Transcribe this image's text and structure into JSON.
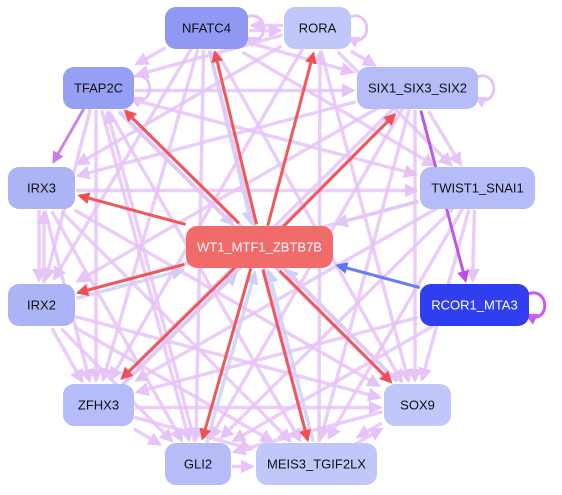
{
  "colors": {
    "edge_lavender": "#e6c4f7",
    "edge_blue_lavender": "#c9d2f5",
    "edge_red": "#f0504f",
    "edge_purple": "#b84ee6",
    "edge_blue": "#5b77f0",
    "center_node_fill": "#f26b6b",
    "dark_node_fill": "#2f3ff0",
    "light_node_fill": "#b8bff7",
    "label_dark": "#111111",
    "label_light": "#ffffff"
  },
  "nodes": [
    {
      "id": "NFATC4",
      "label": "NFATC4",
      "fill": "#8f98f3",
      "text": "#111111"
    },
    {
      "id": "RORA",
      "label": "RORA",
      "fill": "#c2c7fa",
      "text": "#111111"
    },
    {
      "id": "TFAP2C",
      "label": "TFAP2C",
      "fill": "#959ff4",
      "text": "#111111"
    },
    {
      "id": "SIX1",
      "label": "SIX1_SIX3_SIX2",
      "fill": "#b5bcf8",
      "text": "#111111"
    },
    {
      "id": "IRX3",
      "label": "IRX3",
      "fill": "#adb4f6",
      "text": "#111111"
    },
    {
      "id": "TWIST1",
      "label": "TWIST1_SNAI1",
      "fill": "#b5bcf8",
      "text": "#111111"
    },
    {
      "id": "WT1",
      "label": "WT1_MTF1_ZBTB7B",
      "fill": "#f26b6b",
      "text": "#ffffff"
    },
    {
      "id": "IRX2",
      "label": "IRX2",
      "fill": "#adb4f6",
      "text": "#111111"
    },
    {
      "id": "RCOR1",
      "label": "RCOR1_MTA3",
      "fill": "#2f3ff0",
      "text": "#ffffff"
    },
    {
      "id": "ZFHX3",
      "label": "ZFHX3",
      "fill": "#b5bcf8",
      "text": "#111111"
    },
    {
      "id": "SOX9",
      "label": "SOX9",
      "fill": "#c2c7fa",
      "text": "#111111"
    },
    {
      "id": "GLI2",
      "label": "GLI2",
      "fill": "#b5bcf8",
      "text": "#111111"
    },
    {
      "id": "MEIS3",
      "label": "MEIS3_TGIF2LX",
      "fill": "#c2c7fa",
      "text": "#111111"
    }
  ],
  "edges": [
    {
      "from": "WT1",
      "to": "NFATC4",
      "color": "#f0504f"
    },
    {
      "from": "WT1",
      "to": "RORA",
      "color": "#f0504f"
    },
    {
      "from": "WT1",
      "to": "TFAP2C",
      "color": "#f0504f"
    },
    {
      "from": "WT1",
      "to": "SIX1",
      "color": "#f0504f"
    },
    {
      "from": "WT1",
      "to": "IRX3",
      "color": "#f0504f"
    },
    {
      "from": "WT1",
      "to": "IRX2",
      "color": "#f0504f"
    },
    {
      "from": "WT1",
      "to": "ZFHX3",
      "color": "#f0504f"
    },
    {
      "from": "WT1",
      "to": "SOX9",
      "color": "#f0504f"
    },
    {
      "from": "WT1",
      "to": "GLI2",
      "color": "#f0504f"
    },
    {
      "from": "WT1",
      "to": "MEIS3",
      "color": "#f0504f"
    },
    {
      "from": "RCOR1",
      "to": "WT1",
      "color": "#5b77f0"
    },
    {
      "from": "SIX1",
      "to": "RCOR1",
      "color": "#b84ee6"
    },
    {
      "from": "TFAP2C",
      "to": "IRX3",
      "color": "#c97de8"
    },
    {
      "from": "NFATC4",
      "to": "WT1",
      "color": "#c9d2f5"
    },
    {
      "from": "TWIST1",
      "to": "WT1",
      "color": "#c9d2f5"
    },
    {
      "from": "SOX9",
      "to": "WT1",
      "color": "#c9d2f5"
    },
    {
      "from": "GLI2",
      "to": "WT1",
      "color": "#c9d2f5"
    },
    {
      "from": "MEIS3",
      "to": "WT1",
      "color": "#c9d2f5"
    },
    {
      "from": "ZFHX3",
      "to": "WT1",
      "color": "#c9d2f5"
    },
    {
      "from": "IRX2",
      "to": "WT1",
      "color": "#c9d2f5"
    },
    {
      "from": "TFAP2C",
      "to": "WT1",
      "color": "#c9d2f5"
    },
    {
      "from": "NFATC4",
      "to": "RORA",
      "color": "#e6c4f7"
    },
    {
      "from": "RORA",
      "to": "NFATC4",
      "color": "#e6c4f7"
    },
    {
      "from": "NFATC4",
      "to": "TFAP2C",
      "color": "#e6c4f7"
    },
    {
      "from": "NFATC4",
      "to": "SIX1",
      "color": "#e6c4f7"
    },
    {
      "from": "NFATC4",
      "to": "TWIST1",
      "color": "#e6c4f7"
    },
    {
      "from": "NFATC4",
      "to": "SOX9",
      "color": "#e6c4f7"
    },
    {
      "from": "NFATC4",
      "to": "MEIS3",
      "color": "#e6c4f7"
    },
    {
      "from": "NFATC4",
      "to": "GLI2",
      "color": "#e6c4f7"
    },
    {
      "from": "NFATC4",
      "to": "ZFHX3",
      "color": "#e6c4f7"
    },
    {
      "from": "NFATC4",
      "to": "IRX2",
      "color": "#e6c4f7"
    },
    {
      "from": "RORA",
      "to": "SIX1",
      "color": "#e6c4f7"
    },
    {
      "from": "RORA",
      "to": "TWIST1",
      "color": "#e6c4f7"
    },
    {
      "from": "RORA",
      "to": "SOX9",
      "color": "#e6c4f7"
    },
    {
      "from": "RORA",
      "to": "IRX3",
      "color": "#e6c4f7"
    },
    {
      "from": "RORA",
      "to": "TFAP2C",
      "color": "#e6c4f7"
    },
    {
      "from": "RORA",
      "to": "ZFHX3",
      "color": "#e6c4f7"
    },
    {
      "from": "TFAP2C",
      "to": "SIX1",
      "color": "#e6c4f7"
    },
    {
      "from": "TFAP2C",
      "to": "TWIST1",
      "color": "#e6c4f7"
    },
    {
      "from": "TFAP2C",
      "to": "SOX9",
      "color": "#e6c4f7"
    },
    {
      "from": "TFAP2C",
      "to": "ZFHX3",
      "color": "#e6c4f7"
    },
    {
      "from": "TFAP2C",
      "to": "GLI2",
      "color": "#e6c4f7"
    },
    {
      "from": "TFAP2C",
      "to": "MEIS3",
      "color": "#e6c4f7"
    },
    {
      "from": "TFAP2C",
      "to": "IRX2",
      "color": "#e6c4f7"
    },
    {
      "from": "SIX1",
      "to": "IRX3",
      "color": "#e6c4f7"
    },
    {
      "from": "SIX1",
      "to": "IRX2",
      "color": "#e6c4f7"
    },
    {
      "from": "SIX1",
      "to": "ZFHX3",
      "color": "#e6c4f7"
    },
    {
      "from": "SIX1",
      "to": "GLI2",
      "color": "#e6c4f7"
    },
    {
      "from": "SIX1",
      "to": "MEIS3",
      "color": "#e6c4f7"
    },
    {
      "from": "SIX1",
      "to": "SOX9",
      "color": "#e6c4f7"
    },
    {
      "from": "SIX1",
      "to": "TWIST1",
      "color": "#e6c4f7"
    },
    {
      "from": "IRX3",
      "to": "IRX2",
      "color": "#e6c4f7"
    },
    {
      "from": "IRX2",
      "to": "IRX3",
      "color": "#e6c4f7"
    },
    {
      "from": "IRX3",
      "to": "TWIST1",
      "color": "#e6c4f7"
    },
    {
      "from": "IRX3",
      "to": "SOX9",
      "color": "#e6c4f7"
    },
    {
      "from": "IRX3",
      "to": "ZFHX3",
      "color": "#e6c4f7"
    },
    {
      "from": "IRX3",
      "to": "GLI2",
      "color": "#e6c4f7"
    },
    {
      "from": "IRX3",
      "to": "MEIS3",
      "color": "#e6c4f7"
    },
    {
      "from": "TWIST1",
      "to": "RCOR1",
      "color": "#e6c4f7"
    },
    {
      "from": "TWIST1",
      "to": "IRX2",
      "color": "#e6c4f7"
    },
    {
      "from": "TWIST1",
      "to": "ZFHX3",
      "color": "#e6c4f7"
    },
    {
      "from": "TWIST1",
      "to": "GLI2",
      "color": "#e6c4f7"
    },
    {
      "from": "TWIST1",
      "to": "MEIS3",
      "color": "#e6c4f7"
    },
    {
      "from": "TWIST1",
      "to": "SOX9",
      "color": "#e6c4f7"
    },
    {
      "from": "IRX2",
      "to": "ZFHX3",
      "color": "#e6c4f7"
    },
    {
      "from": "IRX2",
      "to": "SOX9",
      "color": "#e6c4f7"
    },
    {
      "from": "IRX2",
      "to": "GLI2",
      "color": "#e6c4f7"
    },
    {
      "from": "IRX2",
      "to": "MEIS3",
      "color": "#e6c4f7"
    },
    {
      "from": "RCOR1",
      "to": "ZFHX3",
      "color": "#e6c4f7"
    },
    {
      "from": "RCOR1",
      "to": "GLI2",
      "color": "#e6c4f7"
    },
    {
      "from": "ZFHX3",
      "to": "SOX9",
      "color": "#e6c4f7"
    },
    {
      "from": "ZFHX3",
      "to": "GLI2",
      "color": "#e6c4f7"
    },
    {
      "from": "ZFHX3",
      "to": "MEIS3",
      "color": "#e6c4f7"
    },
    {
      "from": "ZFHX3",
      "to": "SIX1",
      "color": "#e6c4f7"
    },
    {
      "from": "SOX9",
      "to": "GLI2",
      "color": "#e6c4f7"
    },
    {
      "from": "SOX9",
      "to": "MEIS3",
      "color": "#e6c4f7"
    },
    {
      "from": "SOX9",
      "to": "TFAP2C",
      "color": "#e6c4f7"
    },
    {
      "from": "GLI2",
      "to": "MEIS3",
      "color": "#e6c4f7"
    },
    {
      "from": "GLI2",
      "to": "TFAP2C",
      "color": "#e6c4f7"
    },
    {
      "from": "MEIS3",
      "to": "SOX9",
      "color": "#e6c4f7"
    },
    {
      "from": "MEIS3",
      "to": "RORA",
      "color": "#e6c4f7"
    }
  ],
  "self_loops": [
    {
      "node": "NFATC4",
      "color": "#e6c4f7"
    },
    {
      "node": "RORA",
      "color": "#e6c4f7"
    },
    {
      "node": "TFAP2C",
      "color": "#e6c4f7"
    },
    {
      "node": "SIX1",
      "color": "#e6c4f7"
    },
    {
      "node": "RCOR1",
      "color": "#c85bf2"
    }
  ]
}
